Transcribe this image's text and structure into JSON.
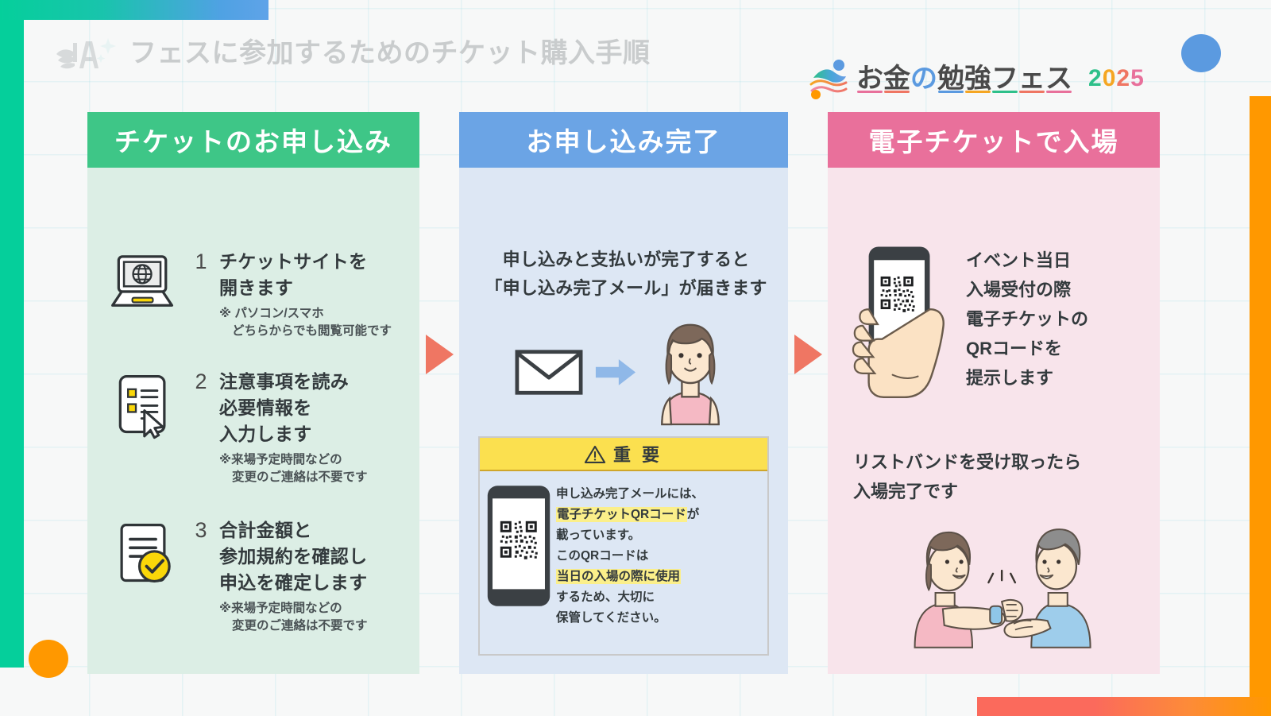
{
  "header": {
    "brandmark_icon": "agri-a-sparkle-logo",
    "title": "フェスに参加するためのチケット購入手順",
    "logo": {
      "mark_icon": "okane-wave-logo-mark",
      "chars": [
        {
          "t": "お",
          "color": "#4a4a4a",
          "underline": "#e8709b"
        },
        {
          "t": "金",
          "color": "#4a4a4a",
          "underline": "#ef7663"
        },
        {
          "t": "の",
          "color": "#5b9ae0",
          "underline": ""
        },
        {
          "t": "勉",
          "color": "#4a4a4a",
          "underline": "#5b9ae0"
        },
        {
          "t": "強",
          "color": "#4a4a4a",
          "underline": "#f5a623"
        },
        {
          "t": "フ",
          "color": "#4a4a4a",
          "underline": "#2ec08a"
        },
        {
          "t": "ェ",
          "color": "#4a4a4a",
          "underline": "#ef7663"
        },
        {
          "t": "ス",
          "color": "#4a4a4a",
          "underline": "#e8709b"
        }
      ],
      "year": "2025",
      "year_colors": [
        "#2ec08a",
        "#f5a623",
        "#ef7663",
        "#e8709b"
      ]
    }
  },
  "colors": {
    "panel1_header": "#3ec687",
    "panel1_body": "#dceee5",
    "panel2_header": "#6ba4e5",
    "panel2_body": "#dde7f4",
    "panel3_header": "#e9709b",
    "panel3_body": "#f8e4eb",
    "arrow": "#ef7663",
    "accent_orange": "#ff9800",
    "accent_green": "#05cf9b",
    "accent_blue": "#5b9ae0",
    "notice_yellow": "#fbe04f",
    "highlight_yellow": "#fbef8a"
  },
  "panels": [
    {
      "id": "panel-1",
      "heading": "チケットのお申し込み",
      "steps": [
        {
          "number": "1",
          "icon": "laptop-globe-icon",
          "title_lines": [
            "チケットサイトを",
            "開きます"
          ],
          "note_lines": [
            "※ パソコン/スマホ",
            "どちらからでも閲覧可能です"
          ]
        },
        {
          "number": "2",
          "icon": "form-cursor-icon",
          "title_lines": [
            "注意事項を読み",
            "必要情報を",
            "入力します"
          ],
          "note_lines": [
            "※来場予定時間などの",
            "変更のご連絡は不要です"
          ]
        },
        {
          "number": "3",
          "icon": "document-check-icon",
          "title_lines": [
            "合計金額と",
            "参加規約を確認し",
            "申込を確定します"
          ],
          "note_lines": [
            "※来場予定時間などの",
            "変更のご連絡は不要です"
          ]
        }
      ]
    },
    {
      "id": "panel-2",
      "heading": "お申し込み完了",
      "lead_lines": [
        "申し込みと支払いが完了すると",
        "「申し込み完了メール」が届きます"
      ],
      "illustration_icons": [
        "envelope-icon",
        "right-arrow-icon",
        "woman-avatar-icon"
      ],
      "notice": {
        "icon": "warning-triangle-icon",
        "heading": "重 要",
        "phone_icon": "smartphone-qr-icon",
        "lines": [
          [
            {
              "t": "申し込み完了メールには、",
              "hl": false
            }
          ],
          [
            {
              "t": "電子チケットQRコード",
              "hl": true
            },
            {
              "t": "が",
              "hl": false
            }
          ],
          [
            {
              "t": "載っています。",
              "hl": false
            }
          ],
          [
            {
              "t": "このQRコードは",
              "hl": false
            }
          ],
          [
            {
              "t": "当日の入場の際に使用",
              "hl": true
            }
          ],
          [
            {
              "t": "するため、大切に",
              "hl": false
            }
          ],
          [
            {
              "t": "保管してください。",
              "hl": false
            }
          ]
        ]
      }
    },
    {
      "id": "panel-3",
      "heading": "電子チケットで入場",
      "block1": {
        "icon": "hand-holding-phone-qr-icon",
        "text_lines": [
          "イベント当日",
          "入場受付の際",
          "電子チケットの",
          "QRコードを",
          "提示します"
        ]
      },
      "block2": {
        "text_lines": [
          "リストバンドを受け取ったら",
          "入場完了です"
        ],
        "icon": "wristband-handover-icon"
      }
    }
  ],
  "flow_arrows": [
    "arrow-step1-to-step2",
    "arrow-step2-to-step3"
  ]
}
